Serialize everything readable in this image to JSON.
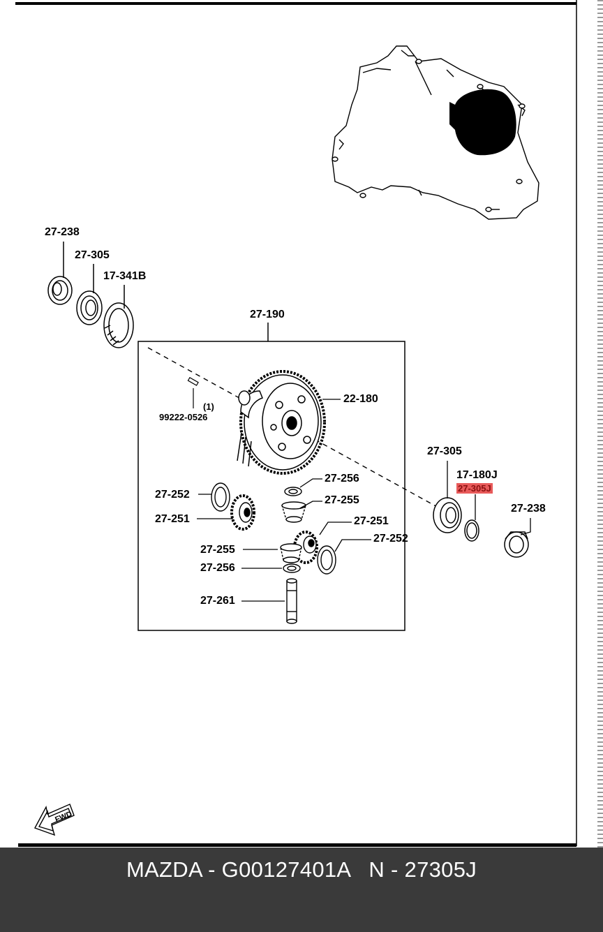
{
  "diagram": {
    "labels": {
      "l_27_238_top": "27-238",
      "l_27_305_top": "27-305",
      "l_17_341b": "17-341B",
      "l_27_190": "27-190",
      "l_22_180": "22-180",
      "l_pin_qty": "(1)",
      "l_pin_num": "99222-0526",
      "l_27_252_left": "27-252",
      "l_27_251_left": "27-251",
      "l_27_256_top": "27-256",
      "l_27_255_top": "27-255",
      "l_27_251_right": "27-251",
      "l_27_252_right": "27-252",
      "l_27_255_left": "27-255",
      "l_27_256_left": "27-256",
      "l_27_261": "27-261",
      "l_27_305_right": "27-305",
      "l_17_180j": "17-180J",
      "l_27_305j": "27-305J",
      "l_27_238_right": "27-238"
    },
    "highlight_color": "#e85a5a",
    "fwd_label": "FWD"
  },
  "caption": {
    "text": "MAZDA - G00127401A   N - 27305J"
  }
}
